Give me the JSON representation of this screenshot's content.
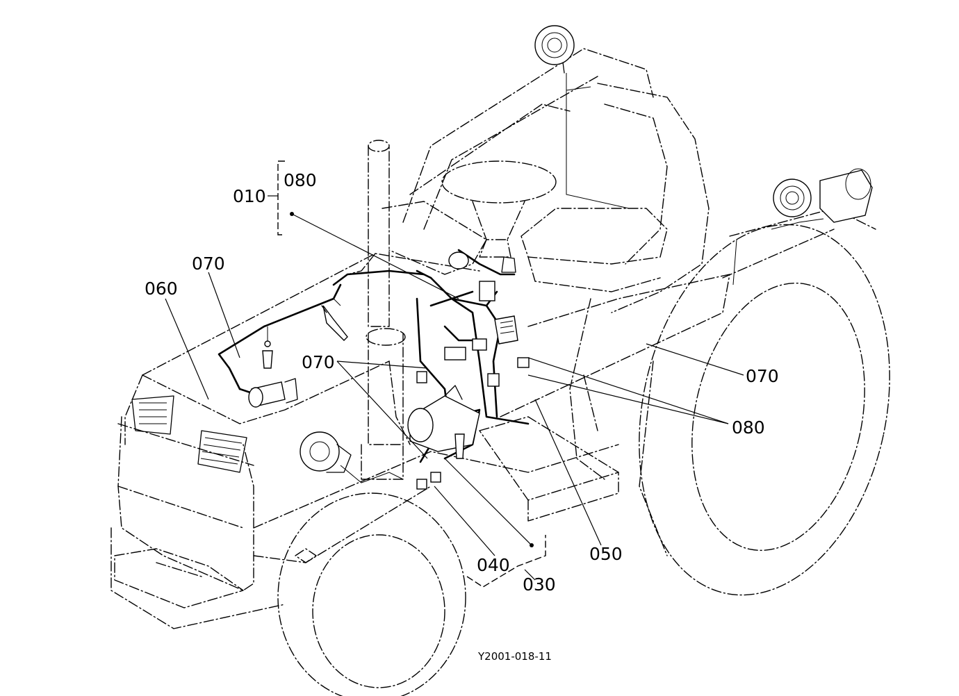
{
  "diagram": {
    "callouts": {
      "c010": "010",
      "c080_top": "080",
      "c070_upper": "070",
      "c060": "060",
      "c070_mid": "070",
      "c070_right": "070",
      "c080_right": "080",
      "c050": "050",
      "c040": "040",
      "c030": "030"
    },
    "figure_code": "Y2001-018-11"
  }
}
